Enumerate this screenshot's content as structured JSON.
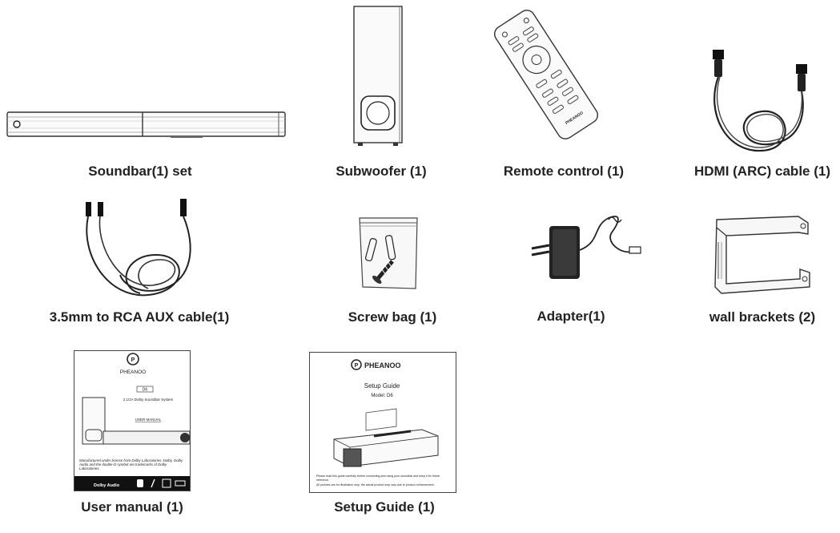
{
  "items": [
    {
      "caption": "Soundbar(1) set"
    },
    {
      "caption": "Subwoofer (1)"
    },
    {
      "caption": "Remote control (1)"
    },
    {
      "caption": "HDMI (ARC) cable (1)"
    },
    {
      "caption": "3.5mm to RCA AUX cable(1)"
    },
    {
      "caption": "Screw bag (1)"
    },
    {
      "caption": "Adapter(1)"
    },
    {
      "caption": "wall brackets (2)"
    },
    {
      "caption": "User manual (1)"
    },
    {
      "caption": "Setup Guide (1)"
    }
  ],
  "remote": {
    "brand": "PHEANOO"
  },
  "user_manual": {
    "brand": "PHEANOO",
    "model": "D6",
    "product": "2.1CH Dolby Soundbar System",
    "title": "USER MANUAL",
    "license_text": "Manufactured under license from Dolby Laboratories. Dolby, Dolby Audio and the double-D symbol are trademarks of Dolby Laboratories.",
    "dolby": "Dolby Audio"
  },
  "setup_guide": {
    "brand": "PHEANOO",
    "title": "Setup Guide",
    "model": "Model: D6",
    "note_1": "Please read this guide carefully before connecting and using your soundbar and keep it for future reference.",
    "note_2": "All pictures are for illustration only; the actual product may vary due to product enhancement."
  },
  "colors": {
    "line": "#2a2a2a",
    "caption": "#222222",
    "background": "#ffffff"
  }
}
